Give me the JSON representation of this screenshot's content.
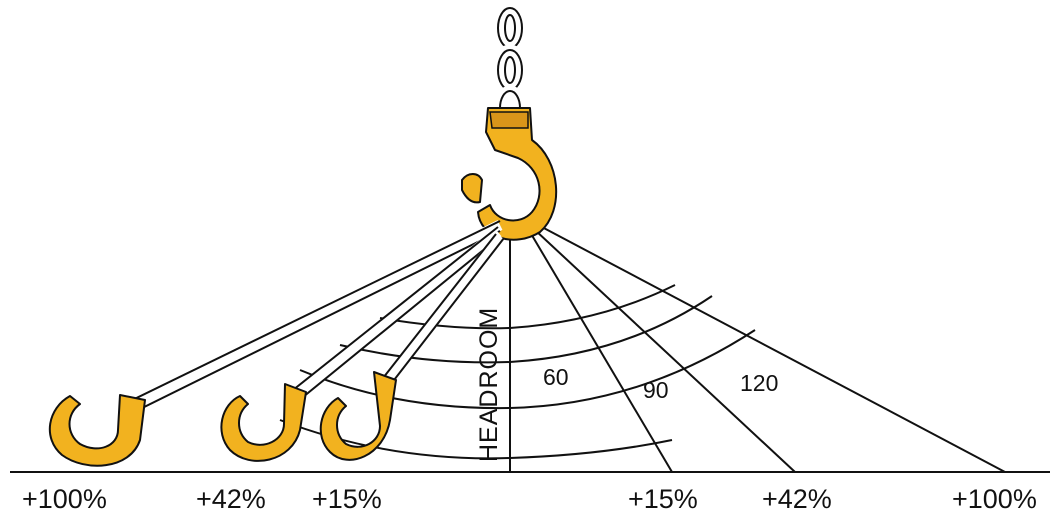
{
  "colors": {
    "hook": "#f2b21f",
    "hook_shade": "#d9951a",
    "ink": "#111111",
    "chain": "#ffffff"
  },
  "labels": {
    "headroom": "HEADROOM",
    "angles": [
      "60",
      "90",
      "120"
    ],
    "left_percent": [
      "+100%",
      "+42%",
      "+15%"
    ],
    "right_percent": [
      "+15%",
      "+42%",
      "+100%"
    ]
  },
  "icons": [
    "master-hook-icon",
    "sling-hook-icon",
    "chain-icon"
  ]
}
